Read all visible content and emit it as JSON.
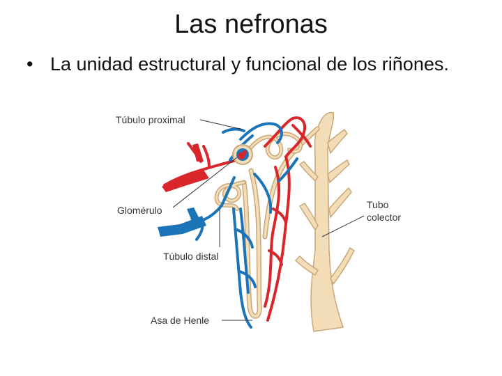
{
  "slide": {
    "title": "Las nefronas",
    "bullet": "La unidad estructural y funcional de los riñones."
  },
  "diagram": {
    "labels": {
      "tubulo_proximal": "Túbulo proximal",
      "glomerulo": "Glomérulo",
      "tubulo_distal": "Túbulo distal",
      "asa_henle": "Asa de Henle",
      "tubo_colector_1": "Tubo",
      "tubo_colector_2": "colector"
    },
    "colors": {
      "artery": "#d9262b",
      "vein": "#1c74b8",
      "tubule": "#f3ddb8",
      "tubule_outline": "#c9a777",
      "leader": "#333333"
    }
  }
}
